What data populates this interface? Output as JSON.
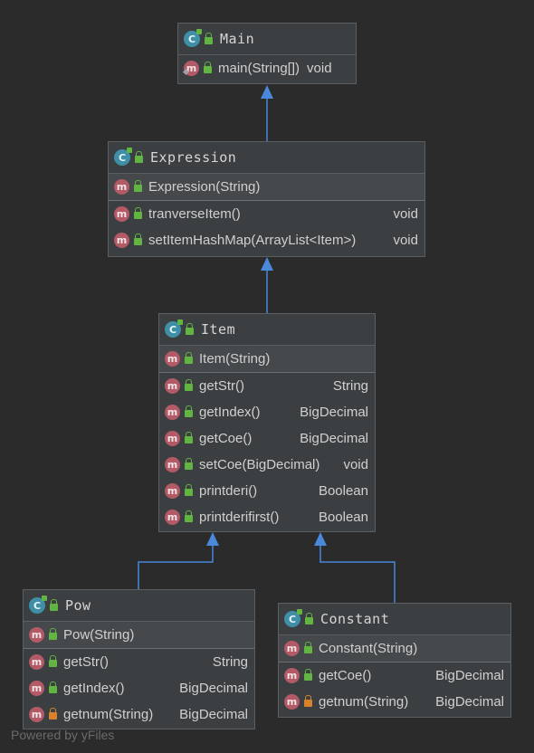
{
  "classes": {
    "main": {
      "name": "Main",
      "constructors": [],
      "methods": [
        {
          "name": "main(String[])",
          "type": "void",
          "visibility": "public",
          "static": true
        }
      ]
    },
    "expression": {
      "name": "Expression",
      "constructors": [
        {
          "name": "Expression(String)",
          "type": "",
          "visibility": "public"
        }
      ],
      "methods": [
        {
          "name": "tranverseItem()",
          "type": "void",
          "visibility": "public"
        },
        {
          "name": "setItemHashMap(ArrayList<Item>)",
          "type": "void",
          "visibility": "public"
        }
      ]
    },
    "item": {
      "name": "Item",
      "constructors": [
        {
          "name": "Item(String)",
          "type": "",
          "visibility": "public"
        }
      ],
      "methods": [
        {
          "name": "getStr()",
          "type": "String",
          "visibility": "public"
        },
        {
          "name": "getIndex()",
          "type": "BigDecimal",
          "visibility": "public"
        },
        {
          "name": "getCoe()",
          "type": "BigDecimal",
          "visibility": "public"
        },
        {
          "name": "setCoe(BigDecimal)",
          "type": "void",
          "visibility": "public"
        },
        {
          "name": "printderi()",
          "type": "Boolean",
          "visibility": "public"
        },
        {
          "name": "printderifirst()",
          "type": "Boolean",
          "visibility": "public"
        }
      ]
    },
    "pow": {
      "name": "Pow",
      "constructors": [
        {
          "name": "Pow(String)",
          "type": "",
          "visibility": "public"
        }
      ],
      "methods": [
        {
          "name": "getStr()",
          "type": "String",
          "visibility": "public"
        },
        {
          "name": "getIndex()",
          "type": "BigDecimal",
          "visibility": "public"
        },
        {
          "name": "getnum(String)",
          "type": "BigDecimal",
          "visibility": "private"
        }
      ]
    },
    "constant": {
      "name": "Constant",
      "constructors": [
        {
          "name": "Constant(String)",
          "type": "",
          "visibility": "public"
        }
      ],
      "methods": [
        {
          "name": "getCoe()",
          "type": "BigDecimal",
          "visibility": "public"
        },
        {
          "name": "getnum(String)",
          "type": "BigDecimal",
          "visibility": "private"
        }
      ]
    }
  },
  "edges": [
    {
      "from": "expression",
      "to": "main",
      "kind": "generalization"
    },
    {
      "from": "item",
      "to": "expression",
      "kind": "generalization"
    },
    {
      "from": "pow",
      "to": "item",
      "kind": "generalization"
    },
    {
      "from": "constant",
      "to": "item",
      "kind": "generalization"
    }
  ],
  "colors": {
    "background": "#2b2b2b",
    "box": "#3c3f41",
    "edge": "#4a88d9",
    "method_icon": "#b35a66",
    "class_icon": "#3f8fa6",
    "public": "#62b543",
    "private": "#d9822b"
  },
  "icons": {
    "class": "class-icon",
    "method": "method-icon",
    "public": "public-lock-icon",
    "private": "private-lock-icon"
  },
  "watermark": "Powered by yFiles"
}
